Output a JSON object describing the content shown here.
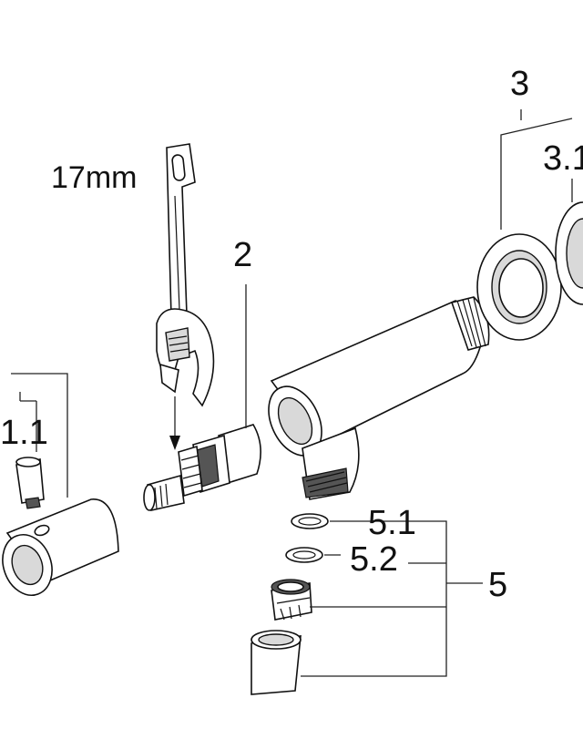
{
  "labels": {
    "wrench_size": "17mm",
    "part_1_1": "1.1",
    "part_2": "2",
    "part_3": "3",
    "part_3_1": "3.1",
    "part_5": "5",
    "part_5_1": "5.1",
    "part_5_2": "5.2"
  },
  "colors": {
    "line": "#111111",
    "fill": "#ffffff",
    "shade": "#d9d9d9"
  }
}
